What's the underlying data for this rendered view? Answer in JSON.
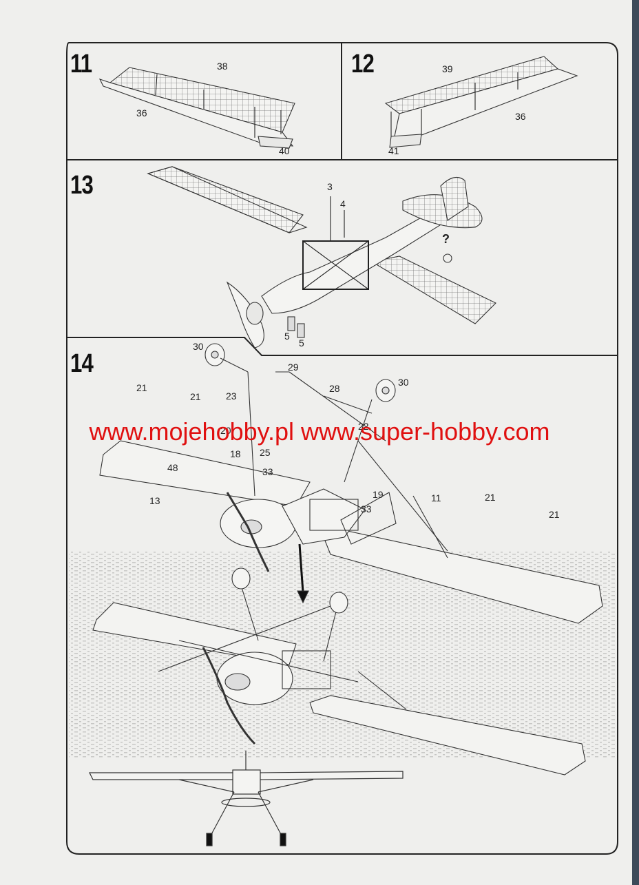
{
  "steps": {
    "s11": "11",
    "s12": "12",
    "s13": "13",
    "s14": "14"
  },
  "parts": {
    "p11_38": "38",
    "p11_36": "36",
    "p11_40": "40",
    "p12_39": "39",
    "p12_36": "36",
    "p12_41": "41",
    "p13_3": "3",
    "p13_4": "4",
    "p13_q": "?",
    "p13_5a": "5",
    "p13_5b": "5",
    "p14_30a": "30",
    "p14_29": "29",
    "p14_30b": "30",
    "p14_21a": "21",
    "p14_21b": "21",
    "p14_23": "23",
    "p14_28": "28",
    "p14_22": "22",
    "p14_20": "20",
    "p14_25": "25",
    "p14_18": "18",
    "p14_48": "48",
    "p14_33a": "33",
    "p14_13": "13",
    "p14_19": "19",
    "p14_11": "11",
    "p14_21c": "21",
    "p14_33b": "33",
    "p14_21d": "21"
  },
  "watermark": "www.mojehobby.pl www.super-hobby.com"
}
